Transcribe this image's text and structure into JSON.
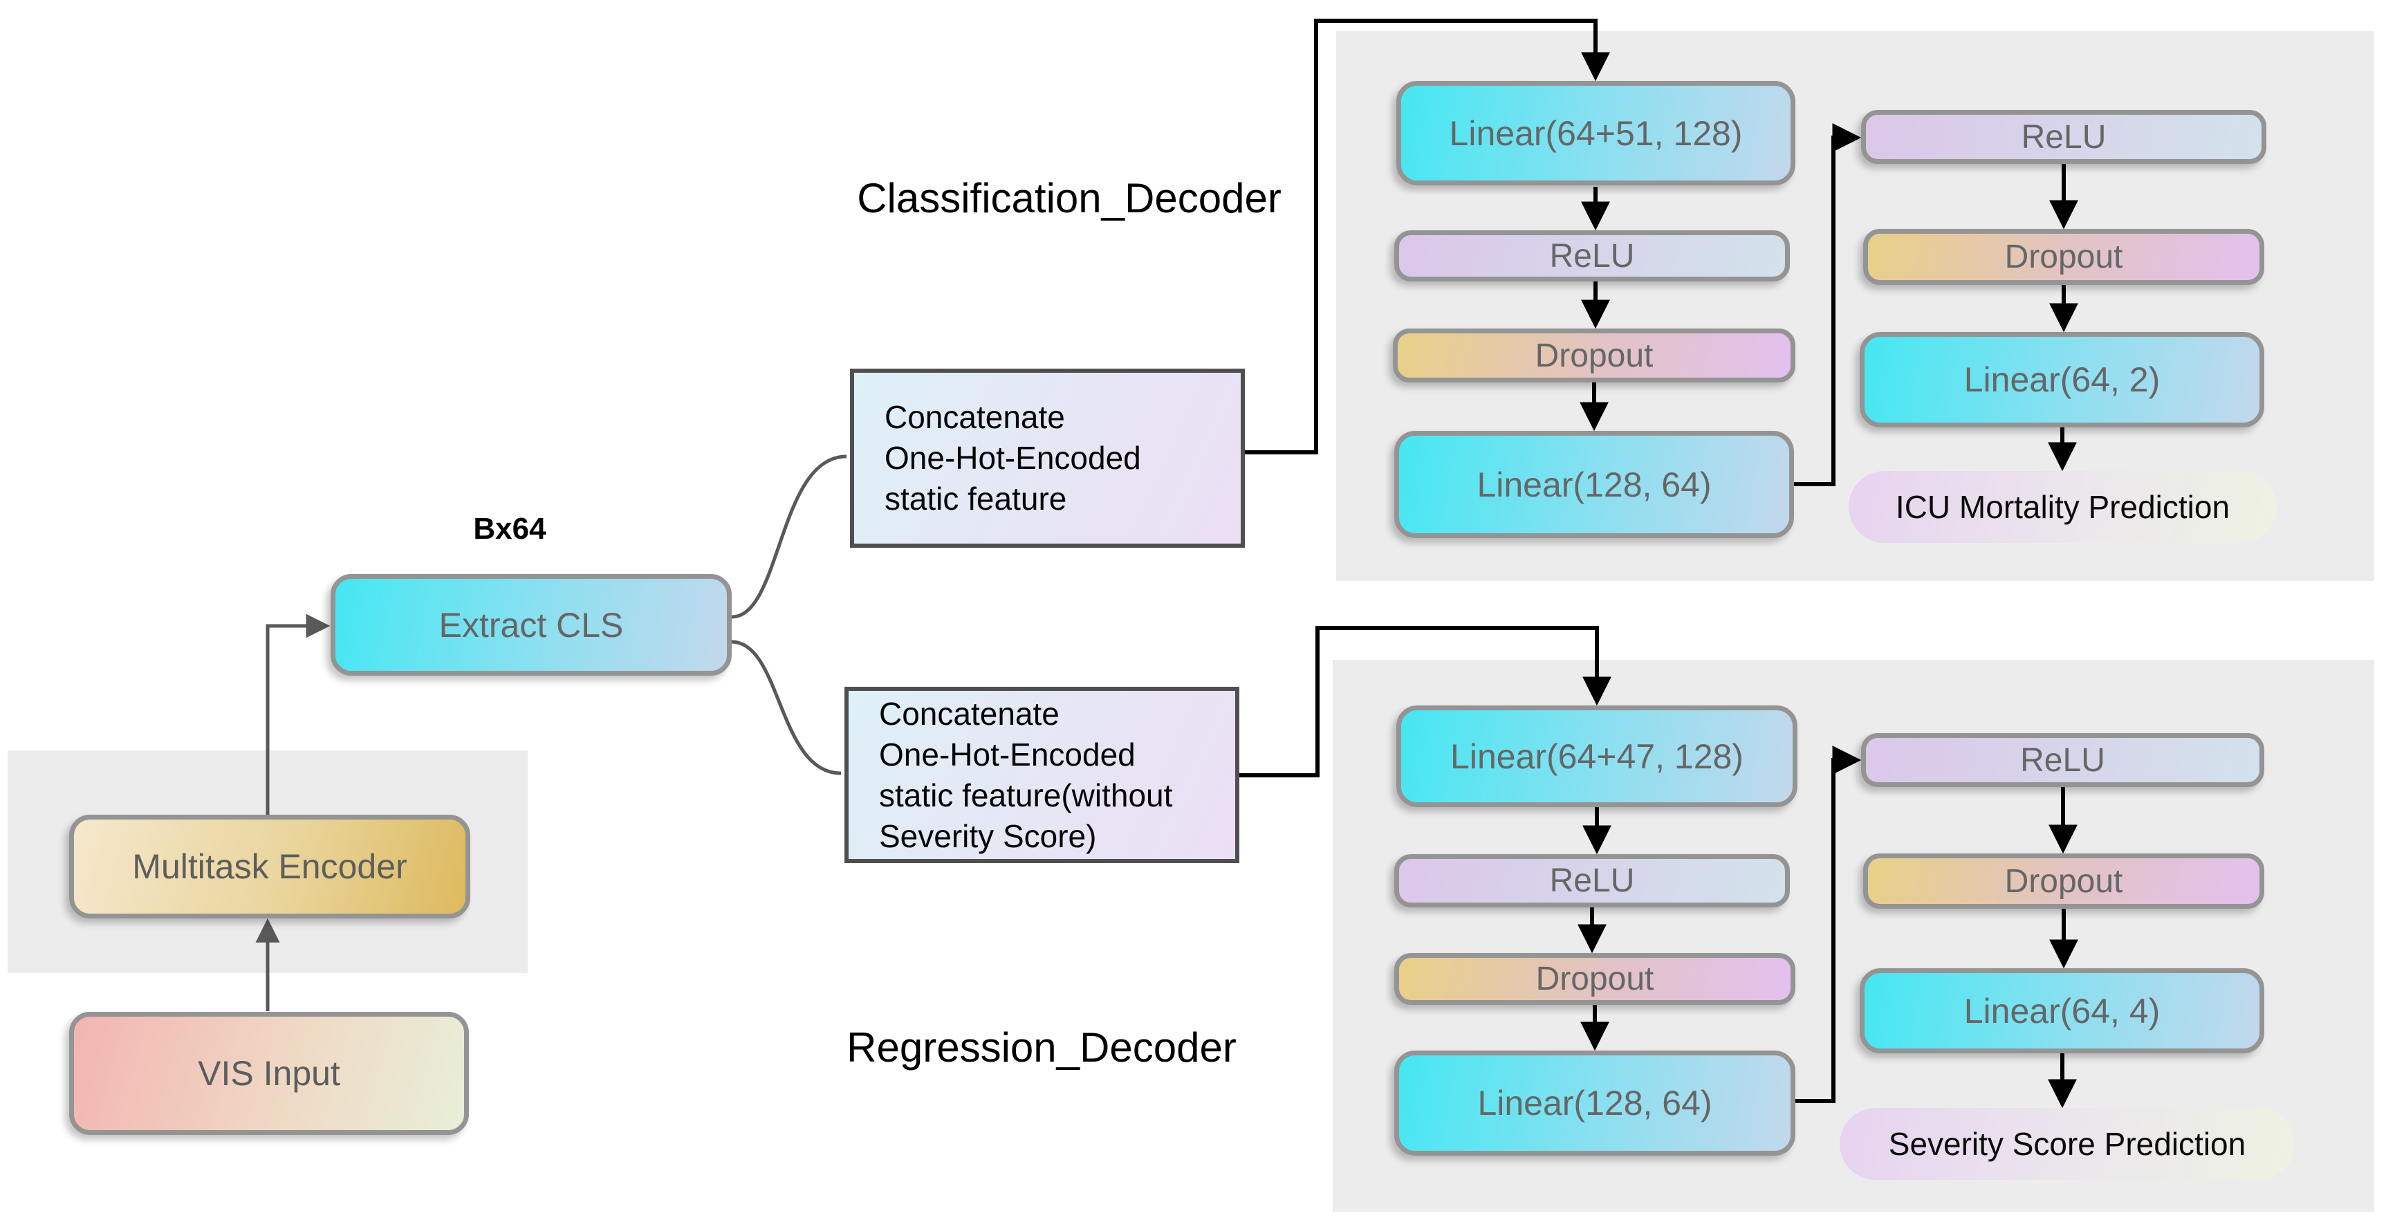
{
  "palette": {
    "panel_bg": "#ececec",
    "wire_black": "#000000",
    "wire_gray": "#595959",
    "node_border": "#949494",
    "note_border": "#4f4f4f",
    "node_text": "#666666",
    "cyan_gradient": [
      "#45e7f2",
      "#c3d8ec"
    ],
    "relu_gradient": [
      "#dcc7e9",
      "#d3e2ec"
    ],
    "dropout_gradient": [
      "#e9d087",
      "#e2c2ee"
    ],
    "encoder_gradient": [
      "#f5e8cc",
      "#ddba5e"
    ],
    "vis_gradient": [
      "#f3b5b2",
      "#e8efd8"
    ],
    "note_gradient": [
      "#def0f8",
      "#ecdff5"
    ],
    "pill_gradient": [
      "#e7d3f0",
      "#eef2e2"
    ]
  },
  "left_flow": {
    "vis_input": "VIS Input",
    "multitask_encoder": "Multitask Encoder",
    "tensor_label": "Bx64",
    "extract_cls": "Extract CLS"
  },
  "classification": {
    "title": "Classification_Decoder",
    "concat_note": "Concatenate\nOne-Hot-Encoded\nstatic feature",
    "layers": [
      "Linear(64+51, 128)",
      "ReLU",
      "Dropout",
      "Linear(128, 64)",
      "ReLU",
      "Dropout",
      "Linear(64, 2)"
    ],
    "output": "ICU Mortality Prediction"
  },
  "regression": {
    "title": "Regression_Decoder",
    "concat_note": "Concatenate\nOne-Hot-Encoded\nstatic feature(without\nSeverity Score)",
    "layers": [
      "Linear(64+47, 128)",
      "ReLU",
      "Dropout",
      "Linear(128, 64)",
      "ReLU",
      "Dropout",
      "Linear(64, 4)"
    ],
    "output": "Severity Score Prediction"
  }
}
